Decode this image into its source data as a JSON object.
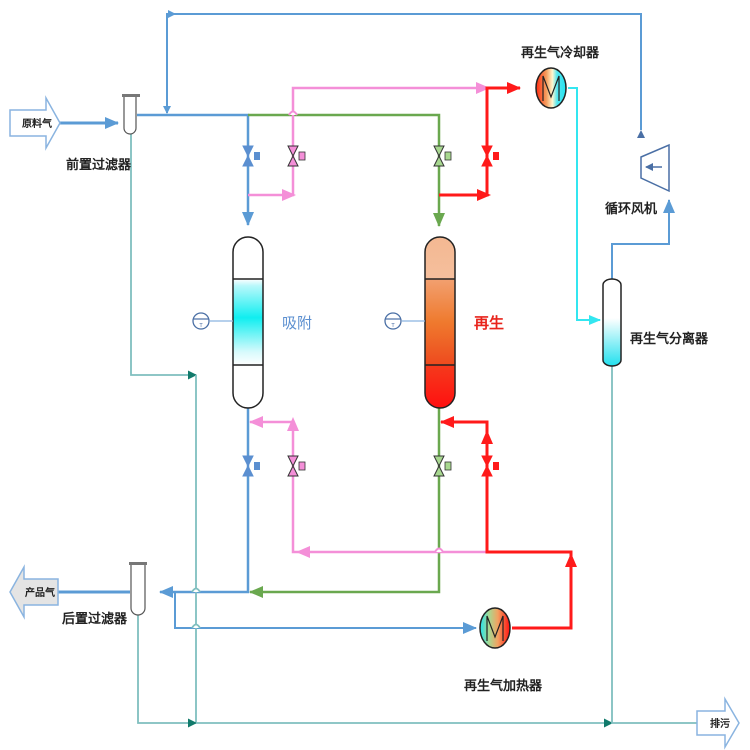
{
  "colors": {
    "feed": "#5b9bd5",
    "green": "#6aa84f",
    "pink": "#f48fd8",
    "red": "#ff1a1a",
    "cyan": "#33e6f0",
    "teal": "#7fbfbf",
    "teal_arrow": "#117a6b",
    "recycle": "#5b9bd5"
  },
  "streams": {
    "feed_gas": "原料气",
    "product_gas": "产品气",
    "drain": "排污"
  },
  "equipment": {
    "pre_filter": "前置过滤器",
    "post_filter": "后置过滤器",
    "regen_cooler": "再生气冷却器",
    "regen_heater": "再生气加热器",
    "circulation_fan": "循环风机",
    "regen_separator": "再生气分离器"
  },
  "towers": {
    "adsorption": {
      "state": "吸附"
    },
    "regeneration": {
      "state": "再生"
    }
  },
  "instruments": {
    "temp_indicator": "T"
  }
}
